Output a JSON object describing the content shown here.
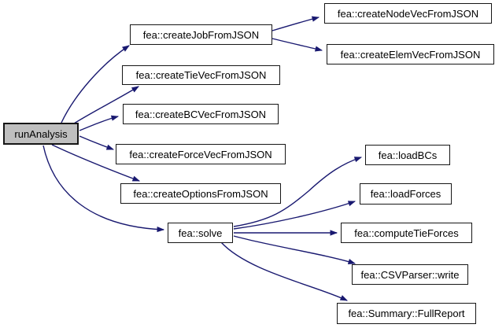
{
  "diagram": {
    "type": "call-graph",
    "colors": {
      "background": "#ffffff",
      "edge": "#191970",
      "node_border": "#161616",
      "node_fill": "#ffffff",
      "root_fill": "#bfbfbf",
      "text": "#000000"
    },
    "nodes": {
      "run_analysis": {
        "label": "runAnalysis",
        "root": true
      },
      "create_job": {
        "label": "fea::createJobFromJSON"
      },
      "create_node_vec": {
        "label": "fea::createNodeVecFromJSON"
      },
      "create_elem_vec": {
        "label": "fea::createElemVecFromJSON"
      },
      "create_tie_vec": {
        "label": "fea::createTieVecFromJSON"
      },
      "create_bc_vec": {
        "label": "fea::createBCVecFromJSON"
      },
      "create_force_vec": {
        "label": "fea::createForceVecFromJSON"
      },
      "create_options": {
        "label": "fea::createOptionsFromJSON"
      },
      "solve": {
        "label": "fea::solve"
      },
      "load_bcs": {
        "label": "fea::loadBCs"
      },
      "load_forces": {
        "label": "fea::loadForces"
      },
      "compute_tie_forces": {
        "label": "fea::computeTieForces"
      },
      "csv_write": {
        "label": "fea::CSVParser::write"
      },
      "summary_report": {
        "label": "fea::Summary::FullReport"
      }
    },
    "edges": [
      {
        "from": "runAnalysis",
        "to": "fea::createJobFromJSON"
      },
      {
        "from": "runAnalysis",
        "to": "fea::createTieVecFromJSON"
      },
      {
        "from": "runAnalysis",
        "to": "fea::createBCVecFromJSON"
      },
      {
        "from": "runAnalysis",
        "to": "fea::createForceVecFromJSON"
      },
      {
        "from": "runAnalysis",
        "to": "fea::createOptionsFromJSON"
      },
      {
        "from": "runAnalysis",
        "to": "fea::solve"
      },
      {
        "from": "fea::createJobFromJSON",
        "to": "fea::createNodeVecFromJSON"
      },
      {
        "from": "fea::createJobFromJSON",
        "to": "fea::createElemVecFromJSON"
      },
      {
        "from": "fea::solve",
        "to": "fea::loadBCs"
      },
      {
        "from": "fea::solve",
        "to": "fea::loadForces"
      },
      {
        "from": "fea::solve",
        "to": "fea::computeTieForces"
      },
      {
        "from": "fea::solve",
        "to": "fea::CSVParser::write"
      },
      {
        "from": "fea::solve",
        "to": "fea::Summary::FullReport"
      }
    ]
  }
}
